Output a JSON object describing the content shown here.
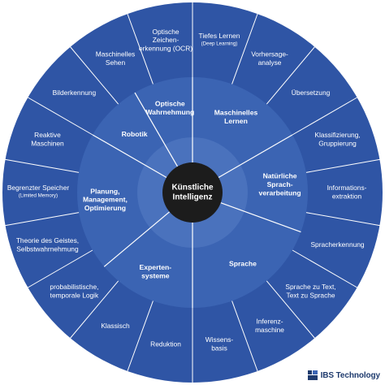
{
  "colors": {
    "outer_ring": "#2f55a5",
    "inner_ring": "#3b64b3",
    "hub_ring": "#4a72bd",
    "center_disc": "#1c1c1c",
    "divider": "#ffffff",
    "brand_text": "#1f3b6e"
  },
  "center": {
    "lines": [
      "Künstliche",
      "Intelligenz"
    ]
  },
  "categories": [
    {
      "name": "maschinelles-lernen",
      "lines": [
        "Maschinelles",
        "Lernen"
      ]
    },
    {
      "name": "natuerliche-sprachverarbeitung",
      "lines": [
        "Natürliche",
        "Sprach-",
        "verarbeitung"
      ]
    },
    {
      "name": "sprache",
      "lines": [
        "Sprache"
      ]
    },
    {
      "name": "expertensysteme",
      "lines": [
        "Experten-",
        "systeme"
      ]
    },
    {
      "name": "planung",
      "lines": [
        "Planung,",
        "Management,",
        "Optimierung"
      ]
    },
    {
      "name": "robotik",
      "lines": [
        "Robotik"
      ]
    },
    {
      "name": "optische-wahrnehmung",
      "lines": [
        "Optische",
        "Wahrnehmung"
      ]
    }
  ],
  "segments": [
    {
      "name": "tiefes-lernen",
      "lines": [
        "Tiefes Lernen"
      ],
      "sub": "(Deep Learning)"
    },
    {
      "name": "vorhersageanalyse",
      "lines": [
        "Vorhersage-",
        "analyse"
      ]
    },
    {
      "name": "uebersetzung",
      "lines": [
        "Übersetzung"
      ]
    },
    {
      "name": "klassifizierung",
      "lines": [
        "Klassifizierung,",
        "Gruppierung"
      ]
    },
    {
      "name": "informationsextraktion",
      "lines": [
        "Informations-",
        "extraktion"
      ]
    },
    {
      "name": "spracherkennung",
      "lines": [
        "Spracherkennung"
      ]
    },
    {
      "name": "sprache-zu-text",
      "lines": [
        "Sprache zu Text,",
        "Text zu Sprache"
      ]
    },
    {
      "name": "inferenzmaschine",
      "lines": [
        "Inferenz-",
        "maschine"
      ]
    },
    {
      "name": "wissensbasis",
      "lines": [
        "Wissens-",
        "basis"
      ]
    },
    {
      "name": "reduktion",
      "lines": [
        "Reduktion"
      ]
    },
    {
      "name": "klassisch",
      "lines": [
        "Klassisch"
      ]
    },
    {
      "name": "probabilistische-logik",
      "lines": [
        "probabilistische,",
        "temporale Logik"
      ]
    },
    {
      "name": "theorie-des-geistes",
      "lines": [
        "Theorie des Geistes,",
        "Selbstwahrnehmung"
      ]
    },
    {
      "name": "begrenzter-speicher",
      "lines": [
        "Begrenzter Speicher"
      ],
      "sub": "(Limited Memory)"
    },
    {
      "name": "reaktive-maschinen",
      "lines": [
        "Reaktive",
        "Maschinen"
      ]
    },
    {
      "name": "bilderkennung",
      "lines": [
        "Bilderkennung"
      ]
    },
    {
      "name": "maschinelles-sehen",
      "lines": [
        "Maschinelles",
        "Sehen"
      ]
    },
    {
      "name": "ocr",
      "lines": [
        "Optische",
        "Zeichen-",
        "erkennung (OCR)"
      ]
    }
  ],
  "brand": {
    "name": "IBS Technology"
  }
}
